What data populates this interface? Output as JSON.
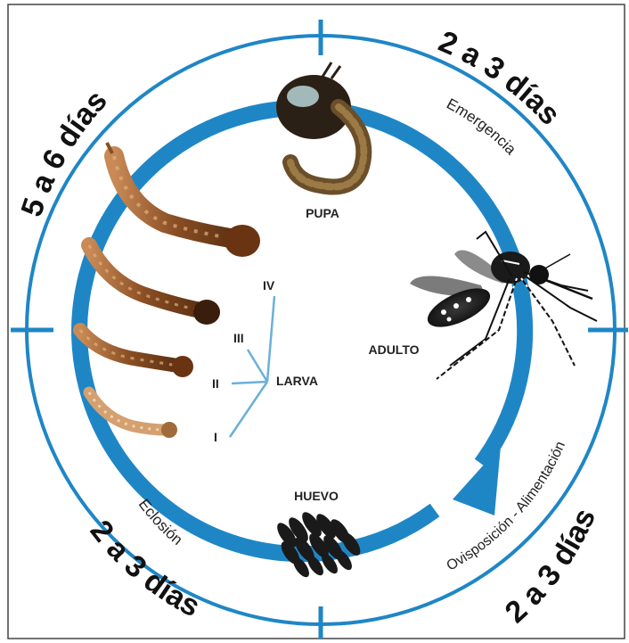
{
  "stages": {
    "pupa": "PUPA",
    "adult": "ADULTO",
    "egg": "HUEVO",
    "larva": "LARVA"
  },
  "instars": [
    "IV",
    "III",
    "II",
    "I"
  ],
  "durations": {
    "top_right": "2 a 3 días",
    "top_left": "5 a 6 días",
    "bottom_left": "2 a 3 días",
    "bottom_right": "2 a 3 días"
  },
  "processes": {
    "emergence": "Emergencia",
    "hatching": "Eclosión",
    "oviposition": "Ovisposición - Alimentación"
  },
  "colors": {
    "cycle_blue": "#1f86c6",
    "text_dark": "#222222"
  }
}
